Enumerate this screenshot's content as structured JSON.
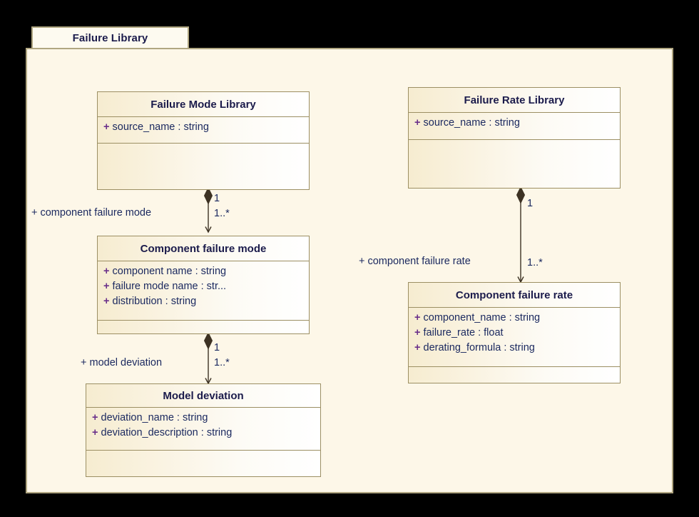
{
  "diagram": {
    "type": "uml-class-diagram",
    "package": {
      "name": "Failure Library"
    },
    "colors": {
      "canvas_background": "#000000",
      "package_fill": "#fdf7e8",
      "package_border": "#b0a681",
      "class_border": "#9c8f63",
      "class_fill_left": "#f6ecd0",
      "class_fill_right": "#ffffff",
      "title_text": "#1b1b4b",
      "attribute_text": "#1c2a60",
      "visibility_marker": "#6a2f8a",
      "connector_line": "#3d3223"
    },
    "classes": [
      {
        "id": "failure-mode-library",
        "name": "Failure Mode Library",
        "attributes": [
          {
            "visibility": "+",
            "text": "source_name : string"
          }
        ],
        "operations": []
      },
      {
        "id": "component-failure-mode",
        "name": "Component failure mode",
        "attributes": [
          {
            "visibility": "+",
            "text": "component name : string"
          },
          {
            "visibility": "+",
            "text": "failure mode name : str..."
          },
          {
            "visibility": "+",
            "text": "distribution : string"
          }
        ],
        "operations": []
      },
      {
        "id": "model-deviation",
        "name": "Model deviation",
        "attributes": [
          {
            "visibility": "+",
            "text": "deviation_name : string"
          },
          {
            "visibility": "+",
            "text": "deviation_description : string"
          }
        ],
        "operations": []
      },
      {
        "id": "failure-rate-library",
        "name": "Failure Rate Library",
        "attributes": [
          {
            "visibility": "+",
            "text": "source_name : string"
          }
        ],
        "operations": []
      },
      {
        "id": "component-failure-rate",
        "name": "Component failure rate",
        "attributes": [
          {
            "visibility": "+",
            "text": "component_name : string"
          },
          {
            "visibility": "+",
            "text": "failure_rate : float"
          },
          {
            "visibility": "+",
            "text": "derating_formula : string"
          }
        ],
        "operations": []
      }
    ],
    "associations": [
      {
        "id": "assoc-component-failure-mode",
        "kind": "composition",
        "source": "failure-mode-library",
        "target": "component-failure-mode",
        "role_label": "+ component failure mode",
        "role_visibility": "+",
        "role_name": "component failure mode",
        "source_multiplicity": "1",
        "target_multiplicity": "1..*"
      },
      {
        "id": "assoc-model-deviation",
        "kind": "composition",
        "source": "component-failure-mode",
        "target": "model-deviation",
        "role_label": "+ model deviation",
        "role_visibility": "+",
        "role_name": "model deviation",
        "source_multiplicity": "1",
        "target_multiplicity": "1..*"
      },
      {
        "id": "assoc-component-failure-rate",
        "kind": "composition",
        "source": "failure-rate-library",
        "target": "component-failure-rate",
        "role_label": "+ component failure rate",
        "role_visibility": "+",
        "role_name": "component failure rate",
        "source_multiplicity": "1",
        "target_multiplicity": "1..*"
      }
    ]
  }
}
